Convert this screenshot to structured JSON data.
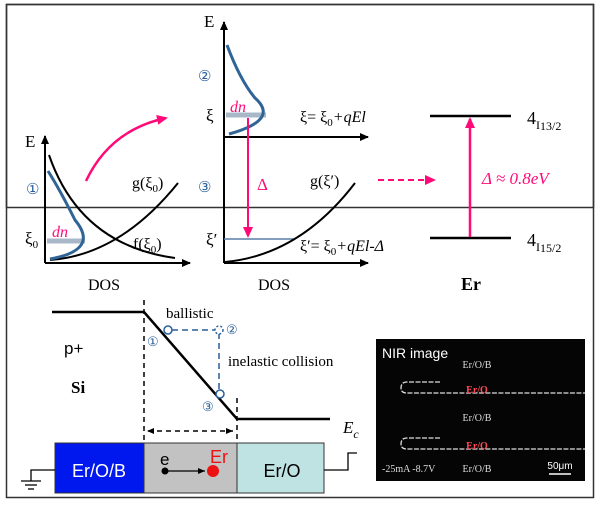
{
  "colors": {
    "magenta": "#ff0a78",
    "blue_curve": "#2f6496",
    "annot_blue": "#2a5f9a",
    "bar_grey": "#a9b8c8",
    "er_o_b": "#0018ee",
    "gap": "#c2c2c2",
    "er_o": "#bfe3e3",
    "red": "#ee1111"
  },
  "panel1": {
    "axis_e": "E",
    "step": "①",
    "xi0": "ξ",
    "xi0_sub": "0",
    "dn": "dn",
    "g": "g(ξ",
    "g_sub": "0",
    "g_close": ")",
    "f": "f(ξ",
    "f_sub": "0",
    "f_close": ")",
    "xlabel": "DOS"
  },
  "panel2": {
    "axis_e": "E",
    "step2": "②",
    "step3": "③",
    "xi": "ξ",
    "dn": "dn",
    "delta": "Δ",
    "xi_prime": "ξ′",
    "eq1_a": "ξ= ξ",
    "eq1_sub": "0",
    "eq1_b": "+qEl",
    "eq2_a": "ξ′= ξ",
    "eq2_sub": "0",
    "eq2_b": "+qEl-Δ",
    "g": "g(ξ′)",
    "xlabel": "DOS"
  },
  "er_levels": {
    "upper": "4",
    "upper_sub": "I",
    "upper_sub2": "13/2",
    "lower": "4",
    "lower_sub": "I",
    "lower_sub2": "15/2",
    "delta": "Δ ≈ 0.8eV",
    "label": "Er"
  },
  "band": {
    "ballistic": "ballistic",
    "inelastic": "inelastic collision",
    "step1": "①",
    "step2": "②",
    "step3": "③",
    "p_plus": "p+",
    "si": "Si",
    "ec": "E",
    "ec_sub": "c"
  },
  "device": {
    "left": "Er/O/B",
    "electron": "e",
    "er": "Er",
    "right": "Er/O"
  },
  "nir": {
    "title": "NIR image",
    "row1": "Er/O/B",
    "row2": "Er/O",
    "row3": "Er/O/B",
    "row4": "Er/O",
    "row5": "Er/O/B",
    "bias": "-25mA -8.7V",
    "scale": "50μm"
  }
}
